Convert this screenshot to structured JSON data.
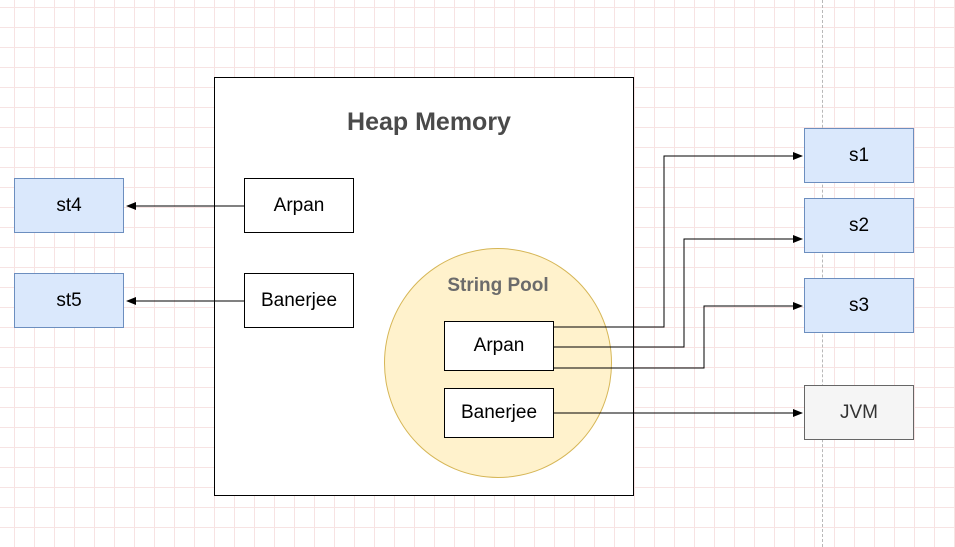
{
  "diagram": {
    "heap_title": "Heap Memory",
    "pool_title": "String Pool",
    "heap_nodes": [
      "Arpan",
      "Banerjee"
    ],
    "pool_nodes": [
      "Arpan",
      "Banerjee"
    ],
    "left_refs": [
      "st4",
      "st5"
    ],
    "right_refs": [
      "s1",
      "s2",
      "s3",
      "JVM"
    ]
  },
  "colors": {
    "grid": "#f7e3e3",
    "reference_fill": "#dae8fc",
    "reference_stroke": "#6c8ebf",
    "pool_fill": "#fff2cc",
    "pool_stroke": "#d6b656",
    "jvm_fill": "#f5f5f5"
  }
}
